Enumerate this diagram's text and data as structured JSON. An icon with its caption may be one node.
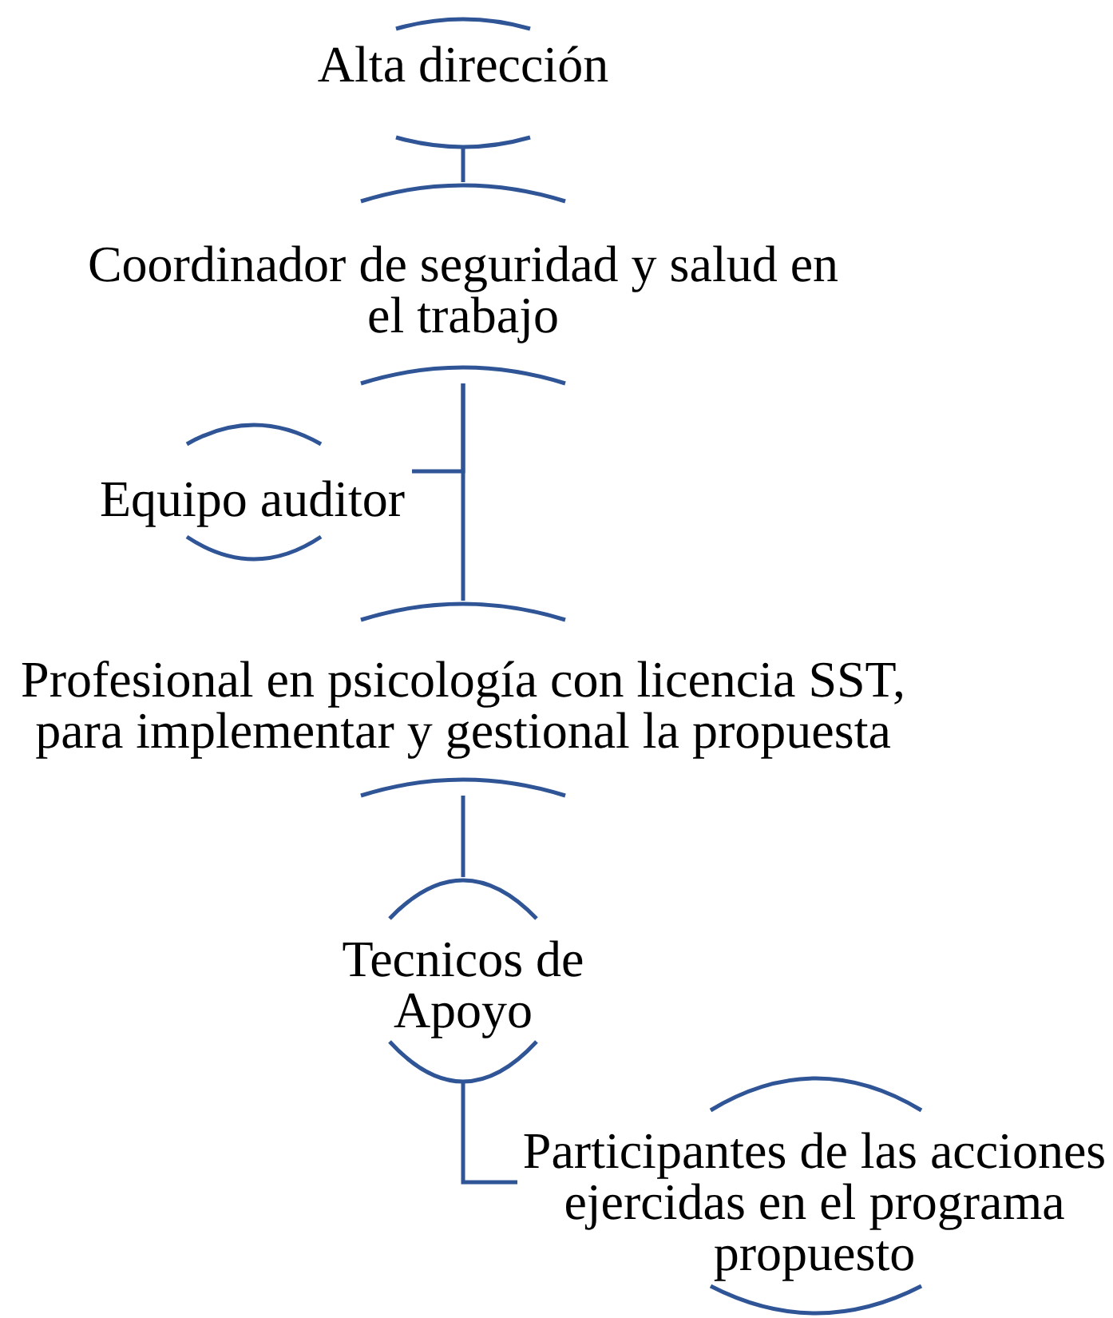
{
  "diagram": {
    "nodes": [
      {
        "text": [
          "Alta dirección"
        ]
      },
      {
        "text": [
          "Coordinador de seguridad y salud en el trabajo"
        ]
      },
      {
        "text": [
          "Equipo auditor"
        ]
      },
      {
        "text": [
          "Profesional en psicología con licencia SST, para implementar y gestional la propuesta"
        ]
      },
      {
        "text": [
          "Tecnicos de Apoyo"
        ]
      },
      {
        "text": [
          "Participantes de las acciones ejercidas en el programa propuesto"
        ]
      }
    ],
    "edges": [
      {
        "from": 0,
        "to": 1,
        "arrow": "none"
      },
      {
        "from": 1,
        "to": 2,
        "arrow": "none"
      },
      {
        "from": 1,
        "to": 3,
        "arrow": "none"
      },
      {
        "from": 3,
        "to": 4,
        "arrow": "none"
      },
      {
        "from": 4,
        "to": 5,
        "arrow": "none"
      }
    ]
  }
}
